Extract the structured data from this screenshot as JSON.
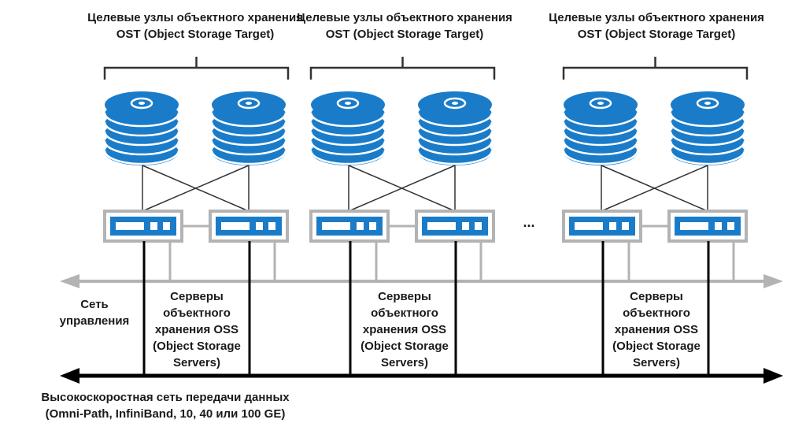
{
  "diagram": {
    "title": "Lustre OSS/OST architecture",
    "colors": {
      "disk_blue": "#1a7cc9",
      "server_gray": "#b3b3b3",
      "mgmt_network": "#b3b3b3",
      "data_network": "#000000",
      "text": "#1a1a1a"
    },
    "ost_groups": [
      {
        "line1": "Целевые узлы объектного хранения",
        "line2": "OST (Object Storage Target)"
      },
      {
        "line1": "Целевые узлы объектного хранения",
        "line2": "OST (Object Storage Target)"
      },
      {
        "line1": "Целевые узлы объектного хранения",
        "line2": "OST (Object Storage Target)"
      }
    ],
    "oss_groups": [
      {
        "lines": [
          "Серверы",
          "объектного",
          "хранения OSS",
          "(Object Storage",
          "Servers)"
        ]
      },
      {
        "lines": [
          "Серверы",
          "объектного",
          "хранения OSS",
          "(Object Storage",
          "Servers)"
        ]
      },
      {
        "lines": [
          "Серверы",
          "объектного",
          "хранения OSS",
          "(Object Storage",
          "Servers)"
        ]
      }
    ],
    "ellipsis": "...",
    "mgmt_network": {
      "line1": "Сеть",
      "line2": "управления"
    },
    "data_network": {
      "line1": "Высокоскоростная сеть передачи данных",
      "line2": "(Omni-Path, InfiniBand, 10, 40 или 100 GE)"
    },
    "icons": {
      "disk": "disk-stack-icon",
      "server": "server-icon"
    }
  }
}
